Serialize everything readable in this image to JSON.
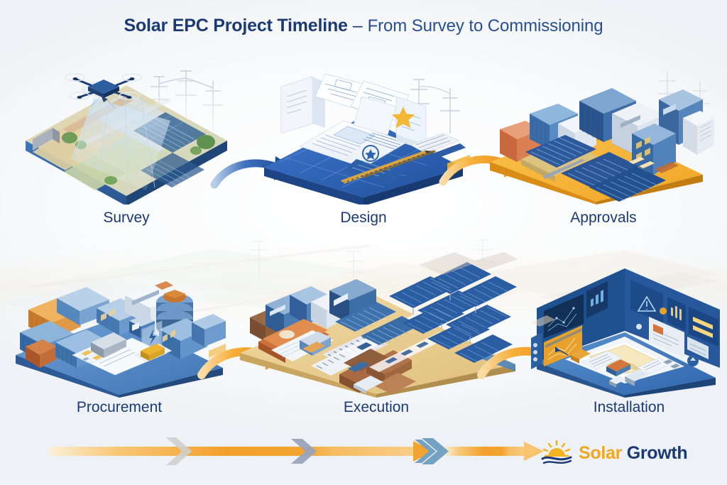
{
  "title": {
    "main": "Solar EPC Project Timeline",
    "dash": " – ",
    "subtitle": "From Survey to Commissioning"
  },
  "colors": {
    "navy": "#1b3a73",
    "blue": "#2f6fc4",
    "light_blue": "#7fb0dd",
    "orange": "#f5a02a",
    "amber": "#f0a81e",
    "sand": "#e8c987",
    "background": "#f3f5f8",
    "panel_blue": "#2a5ea8",
    "steel": "#8ea6bd"
  },
  "stages": [
    {
      "id": "survey",
      "label": "Survey",
      "order": 1,
      "platform_color": "#3a6db5",
      "icon": "drone-survey-icon",
      "description": "Drone scanning an isometric land parcel with survey grid, sand and vegetation plots, solar arrays and transmission towers"
    },
    {
      "id": "design",
      "label": "Design",
      "order": 2,
      "platform_color": "#2f62b8",
      "icon": "blueprint-documents-icon",
      "description": "Blueprint base with layered engineering drawings, specification documents, approval seal and drafting pencils"
    },
    {
      "id": "approvals",
      "label": "Approvals",
      "order": 3,
      "platform_color": "#f5b233",
      "icon": "equipment-yard-icon",
      "description": "Amber platform holding blue shipping containers, inverter cabinets and stacked solar panel bundles"
    },
    {
      "id": "procurement",
      "label": "Procurement",
      "order": 4,
      "platform_color": "#3a7ac0",
      "icon": "shipping-containers-icon",
      "description": "Blue platform with blue and orange shipping containers, crates, cable drums and purchase documents"
    },
    {
      "id": "execution",
      "label": "Execution",
      "order": 5,
      "platform_color": "#e9c77e",
      "icon": "construction-site-icon",
      "description": "Sand coloured construction site with mounted solar panel rows, site cabins, material crates and access roads"
    },
    {
      "id": "installation",
      "label": "Installation",
      "order": 6,
      "platform_color": "#2f6fc4",
      "icon": "control-room-icon",
      "description": "Blue control room platform with monitoring dashboards, performance charts and commissioning reports"
    }
  ],
  "connectors": [
    {
      "id": "survey-to-design",
      "from": "Survey",
      "to": "Design",
      "color": "#2f62b8",
      "style": "curved-arrow"
    },
    {
      "id": "design-to-approvals",
      "from": "Design",
      "to": "Approvals",
      "color": "#f5a42c",
      "style": "curved-arrow"
    },
    {
      "id": "procurement-to-execution",
      "from": "Procurement",
      "to": "Execution",
      "color": "#f5a42c",
      "style": "curved-arrow"
    },
    {
      "id": "execution-to-installation",
      "from": "Execution",
      "to": "Installation",
      "color": "#f5a42c",
      "style": "curved-arrow"
    }
  ],
  "timeline": {
    "direction": "left-to-right",
    "bar_color": "#f5a42c",
    "markers": [
      {
        "id": "marker-1",
        "type": "chevron",
        "color": "#c9c9c9"
      },
      {
        "id": "marker-2",
        "type": "chevron",
        "color": "#99a3bb"
      },
      {
        "id": "marker-3",
        "type": "double-chevron",
        "color": "#74a2c4"
      },
      {
        "id": "marker-4",
        "type": "arrowhead",
        "color": "#f6bc61"
      }
    ]
  },
  "logo": {
    "icon": "sun-over-waves-icon",
    "word_one": "Solar",
    "word_two": "Growth",
    "sun_color": "#f5b41f",
    "wave_color": "#1b3a73"
  }
}
